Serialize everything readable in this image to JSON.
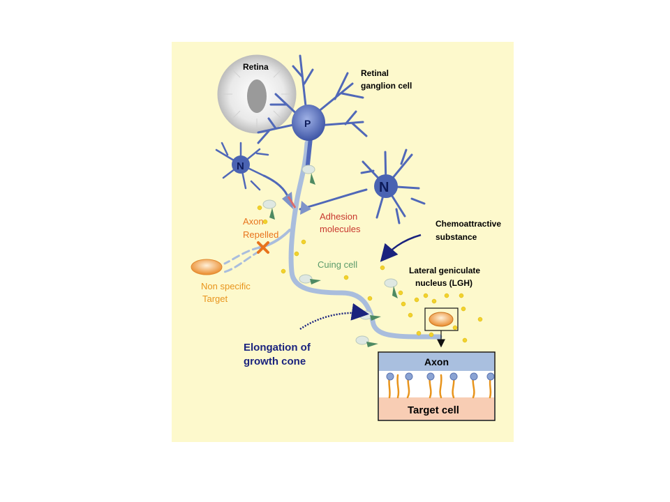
{
  "colors": {
    "page_bg": "#ffffff",
    "panel_bg": "#fdf9cc",
    "neuron": "#4a63b2",
    "neuron_light": "#8fa3d8",
    "axon_path": "#a9bddd",
    "repelled_text": "#e8731c",
    "nonspecific_text": "#e8941c",
    "adhesion_text": "#c8372e",
    "cuing_text": "#5a9a6a",
    "growth_text": "#1a237e",
    "dot": "#f2d22e",
    "axon_band": "#a9bfdf",
    "target_band": "#f8cdb4"
  },
  "labels": {
    "retina": "Retina",
    "rgc_line1": "Retinal",
    "rgc_line2": "ganglion cell",
    "soma_letter": "P",
    "n_small": "N",
    "n_large": "N",
    "axon_repelled_1": "Axon",
    "axon_repelled_2": "Repelled",
    "adhesion_1": "Adhesion",
    "adhesion_2": "molecules",
    "chemo_1": "Chemoattractive",
    "chemo_2": "substance",
    "cuing": "Cuing cell",
    "lgn_1": "Lateral geniculate",
    "lgn_2": "nucleus (LGH)",
    "nonspecific_1": "Non specific",
    "nonspecific_2": "Target",
    "elongation_1": "Elongation of",
    "elongation_2": "growth cone",
    "axon_box": "Axon",
    "target_box": "Target cell"
  }
}
